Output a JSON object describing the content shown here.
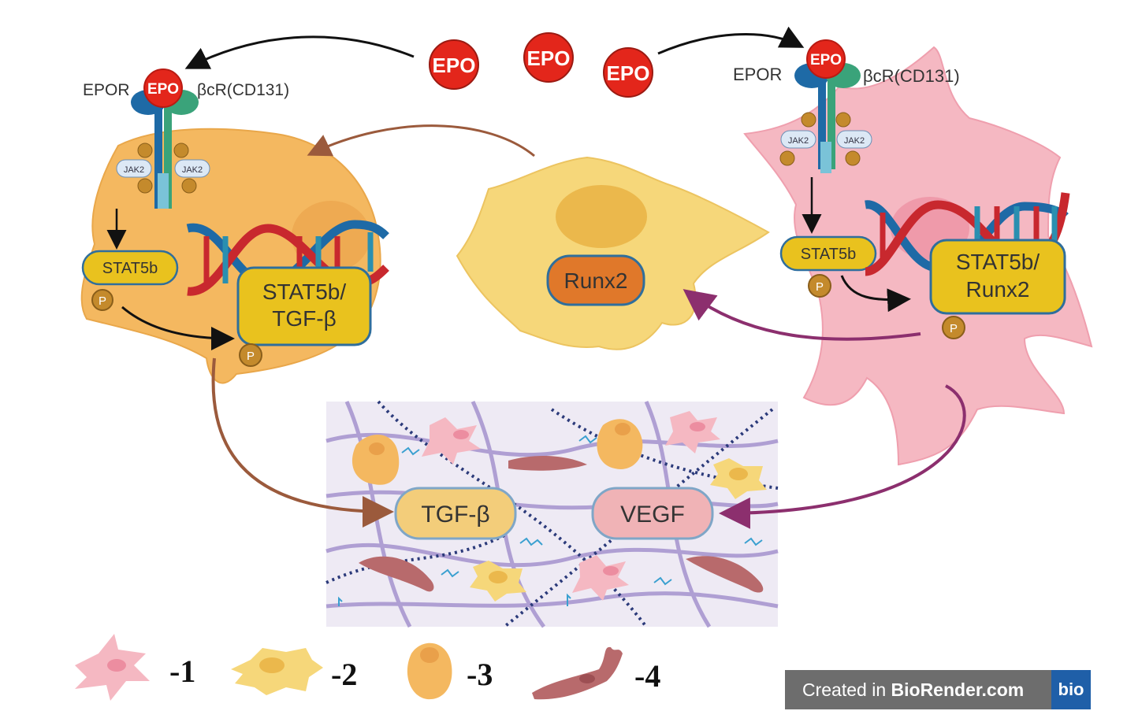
{
  "labels": {
    "epo": "EPO",
    "epor": "EPOR",
    "bcr": "βcR(CD131)",
    "jak2": "JAK2",
    "p": "P",
    "stat5b": "STAT5b",
    "complex_left_1": "STAT5b/",
    "complex_left_2": "TGF-β",
    "complex_right_1": "STAT5b/",
    "complex_right_2": "Runx2",
    "runx2": "Runx2",
    "tgfb": "TGF-β",
    "vegf": "VEGF"
  },
  "legend": [
    {
      "label": "-1",
      "cell": "pink-cell-icon"
    },
    {
      "label": "-2",
      "cell": "yellow-cell-icon"
    },
    {
      "label": "-3",
      "cell": "round-yellow-cell-icon"
    },
    {
      "label": "-4",
      "cell": "elongated-red-cell-icon"
    }
  ],
  "watermark": {
    "prefix": "Created in ",
    "brand": "BioRender.com",
    "logo": "bio"
  },
  "colors": {
    "epo": "#e3261b",
    "yellow_cell": "#f4b860",
    "pink_cell": "#f5b8c2",
    "runx2_cell": "#f6d77a",
    "box_yellow": "#e9c21e",
    "box_border": "#2f6e9c",
    "brown_arrow": "#9b5a3c",
    "purple_arrow": "#8c2f6e",
    "dna_red": "#c8282e",
    "dna_blue": "#1e6aa6"
  }
}
